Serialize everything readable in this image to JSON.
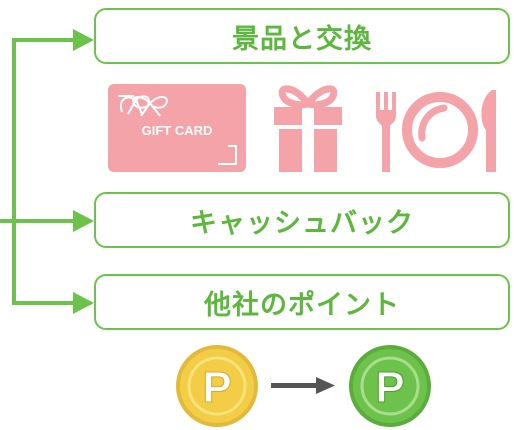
{
  "options": [
    {
      "label": "景品と交換"
    },
    {
      "label": "キャッシュバック"
    },
    {
      "label": "他社のポイント"
    }
  ],
  "gift_card": {
    "label": "GIFT CARD"
  },
  "coin_from": {
    "symbol": "P",
    "color": "#f2cd45"
  },
  "coin_to": {
    "symbol": "P",
    "color": "#6cc24a"
  },
  "colors": {
    "accent_green": "#6cc24a",
    "text_green": "#5cb83c",
    "icon_pink": "#f4a3a8"
  },
  "icons": [
    "gift-card-icon",
    "gift-box-icon",
    "tableware-icon",
    "arrow-right-icon"
  ]
}
